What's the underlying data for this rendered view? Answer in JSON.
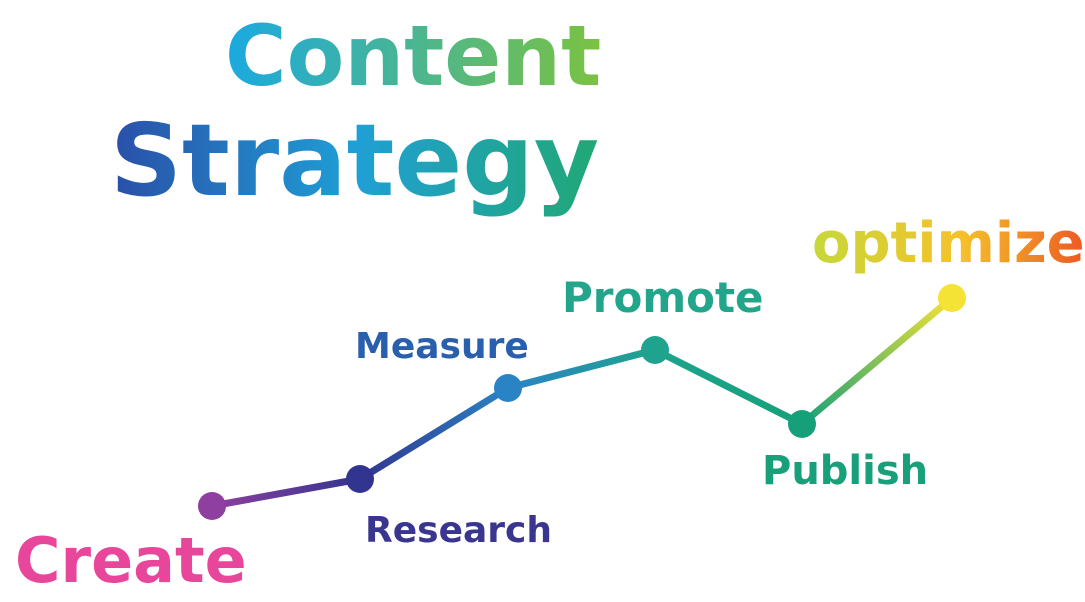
{
  "title": {
    "line1": "Content",
    "line2": "Strategy"
  },
  "steps": [
    {
      "label": "Create",
      "color": "#8e3f9f",
      "label_color": "#e8469a"
    },
    {
      "label": "Research",
      "color": "#32358f",
      "label_color": "#3a3690"
    },
    {
      "label": "Measure",
      "color": "#2a83c4",
      "label_color": "#2a5fae"
    },
    {
      "label": "Promote",
      "color": "#1fa38e",
      "label_color": "#22a58a"
    },
    {
      "label": "Publish",
      "color": "#16a07a",
      "label_color": "#17a07a"
    },
    {
      "label": "optimize",
      "color": "#f4e234",
      "label_color": "#f08a2a"
    }
  ],
  "colors": {
    "title_start": "#1aa9e0",
    "title_end": "#7bc241",
    "strategy_start": "#2a4fa8",
    "strategy_end": "#1fa88a"
  }
}
